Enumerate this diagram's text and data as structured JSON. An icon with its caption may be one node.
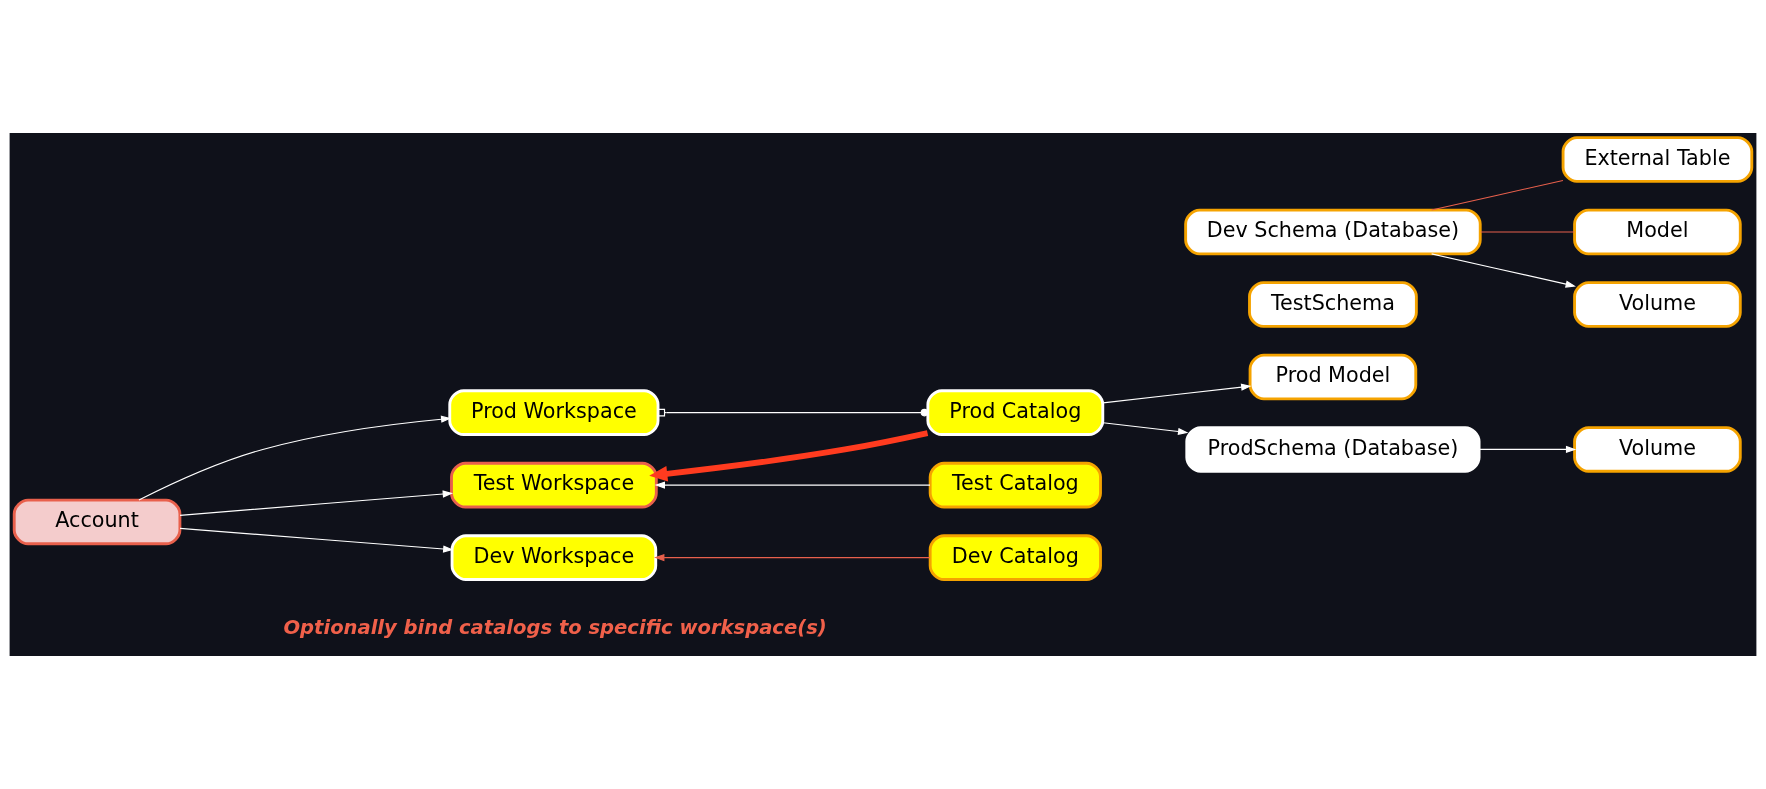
{
  "diagram": {
    "nodes": [
      {
        "text": [
          "Account"
        ]
      },
      {
        "text": [
          "Prod Workspace"
        ]
      },
      {
        "text": [
          "Test Workspace"
        ]
      },
      {
        "text": [
          "Dev Workspace"
        ]
      },
      {
        "text": [
          "Prod Catalog"
        ]
      },
      {
        "text": [
          "Test Catalog"
        ]
      },
      {
        "text": [
          "Dev Catalog"
        ]
      },
      {
        "text": [
          "Prod Model"
        ]
      },
      {
        "text": [
          "ProdSchema (Database)"
        ]
      },
      {
        "text": [
          "Volume"
        ]
      },
      {
        "text": [
          "TestSchema"
        ]
      },
      {
        "text": [
          "External Table"
        ]
      },
      {
        "text": [
          "Dev Schema (Database)"
        ]
      },
      {
        "text": [
          "Model"
        ]
      },
      {
        "text": [
          "Volume"
        ]
      }
    ],
    "edges": [
      {
        "from": 0,
        "to": 1,
        "arrow": "to"
      },
      {
        "from": 0,
        "to": 2,
        "arrow": "to"
      },
      {
        "from": 0,
        "to": 3,
        "arrow": "to"
      },
      {
        "from": 1,
        "to": 4,
        "arrow": "other"
      },
      {
        "from": 4,
        "to": 2,
        "arrow": "to",
        "style": "thick",
        "color": "#ff3b1f"
      },
      {
        "from": 5,
        "to": 2,
        "arrow": "to"
      },
      {
        "from": 6,
        "to": 3,
        "arrow": "to",
        "color": "#e8604c"
      },
      {
        "from": 4,
        "to": 7,
        "arrow": "to"
      },
      {
        "from": 4,
        "to": 8,
        "arrow": "to"
      },
      {
        "from": 8,
        "to": 9,
        "arrow": "to"
      },
      {
        "from": 12,
        "to": 11,
        "arrow": "none",
        "color": "#e8604c"
      },
      {
        "from": 12,
        "to": 13,
        "arrow": "none",
        "color": "#e8604c"
      },
      {
        "from": 12,
        "to": 14,
        "arrow": "to"
      }
    ],
    "labels": [
      "Optionally bind catalogs to specific workspace(s)"
    ]
  }
}
